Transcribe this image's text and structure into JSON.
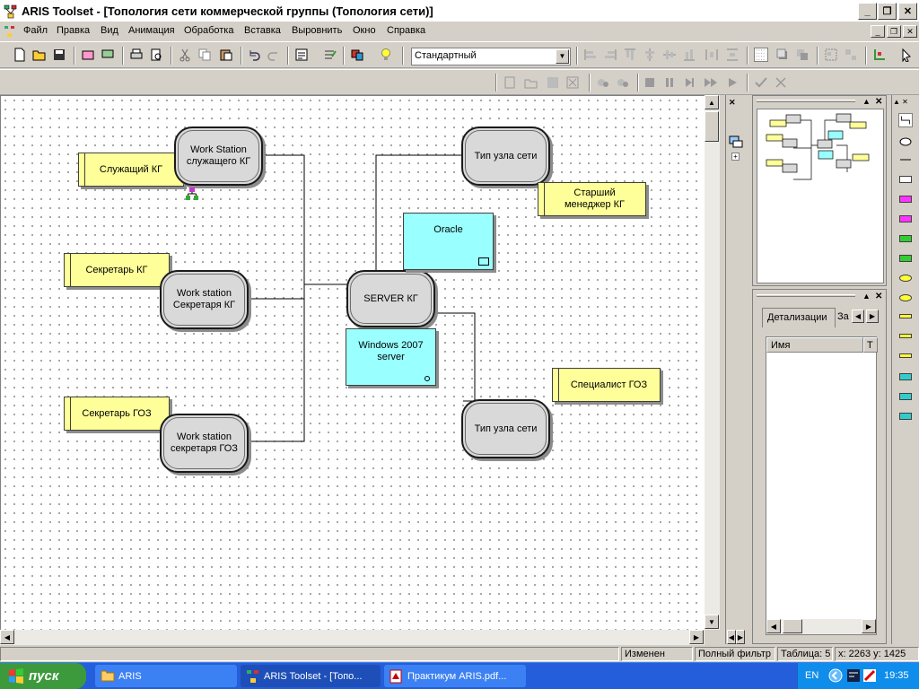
{
  "window": {
    "title": "ARIS Toolset - [Топология сети коммерческой группы (Топология сети)]",
    "min": "_",
    "max": "❐",
    "close": "✕"
  },
  "menu": {
    "items": [
      "Файл",
      "Правка",
      "Вид",
      "Анимация",
      "Обработка",
      "Вставка",
      "Выровнить",
      "Окно",
      "Справка"
    ],
    "min": "_",
    "restore": "❐",
    "close": "✕"
  },
  "toolbar": {
    "style_value": "Стандартный"
  },
  "diagram": {
    "nodes": {
      "ws_employee": "Work Station служащего  КГ",
      "ws_secretary": "Work station Секретаря КГ",
      "ws_goz": "Work station секретаря ГОЗ",
      "server": "SERVER КГ",
      "node_type_1": "Тип узла сети",
      "node_type_2": "Тип узла сети",
      "role_employee": "Служащий КГ",
      "role_secretary": "Секретарь КГ",
      "role_goz": "Секретарь ГОЗ",
      "role_senior": "Старший менеджер КГ",
      "role_specialist": "Специалист ГОЗ",
      "oracle": "Oracle",
      "windows": "Windows 2007 server"
    }
  },
  "props": {
    "tab_details": "Детализации",
    "tab_more": "За",
    "col_name": "Имя",
    "col_t": "Т"
  },
  "status": {
    "changed": "Изменен",
    "filter": "Полный фильтр",
    "table": "Таблица: 5",
    "coords": "x: 2263 y: 1425"
  },
  "taskbar": {
    "start": "пуск",
    "tasks": [
      "ARIS",
      "ARIS Toolset - [Топо...",
      "Практикум ARIS.pdf..."
    ],
    "lang": "EN",
    "time": "19:35"
  }
}
